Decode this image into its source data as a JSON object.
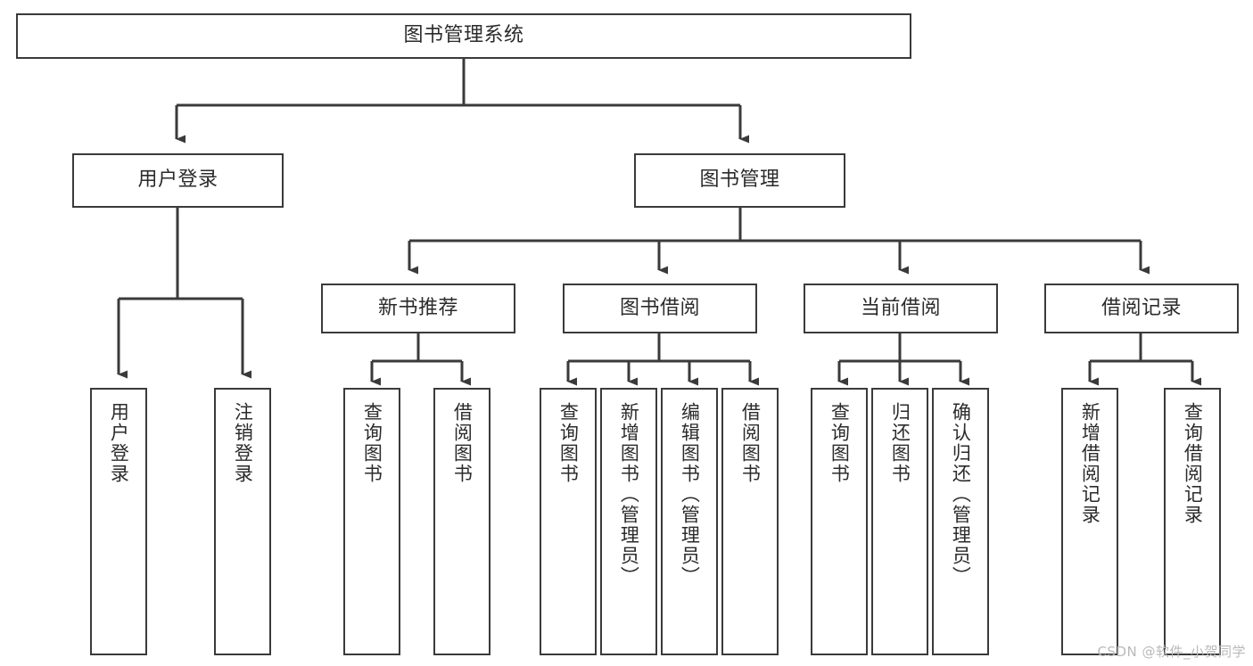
{
  "diagram": {
    "title": "图书管理系统",
    "type": "tree",
    "theme": {
      "background": "#ffffff",
      "box_border": "#3a3a3a",
      "box_fill": "#ffffff",
      "text": "#2b2b2b",
      "connector": "#3a3a3a",
      "watermark": "#b9b9b9"
    },
    "root": {
      "label": "图书管理系统"
    },
    "level2": [
      {
        "id": "user-login",
        "label": "用户登录"
      },
      {
        "id": "book-manage",
        "label": "图书管理"
      }
    ],
    "level3": [
      {
        "id": "new-book-recommend",
        "label": "新书推荐",
        "parent": "book-manage"
      },
      {
        "id": "book-borrow",
        "label": "图书借阅",
        "parent": "book-manage"
      },
      {
        "id": "current-borrow",
        "label": "当前借阅",
        "parent": "book-manage"
      },
      {
        "id": "borrow-record",
        "label": "借阅记录",
        "parent": "book-manage"
      }
    ],
    "leaves": [
      {
        "id": "leaf-user-login",
        "label": "用户登录",
        "parent": "user-login"
      },
      {
        "id": "leaf-logout-login",
        "label": "注销登录",
        "parent": "user-login"
      },
      {
        "id": "leaf-query-book-1",
        "label": "查询图书",
        "parent": "new-book-recommend"
      },
      {
        "id": "leaf-borrow-book-1",
        "label": "借阅图书",
        "parent": "new-book-recommend"
      },
      {
        "id": "leaf-query-book-2",
        "label": "查询图书",
        "parent": "book-borrow"
      },
      {
        "id": "leaf-add-book",
        "label": "新增图书（管理员）",
        "parent": "book-borrow"
      },
      {
        "id": "leaf-edit-book",
        "label": "编辑图书（管理员）",
        "parent": "book-borrow"
      },
      {
        "id": "leaf-borrow-book-2",
        "label": "借阅图书",
        "parent": "book-borrow"
      },
      {
        "id": "leaf-query-book-3",
        "label": "查询图书",
        "parent": "current-borrow"
      },
      {
        "id": "leaf-return-book",
        "label": "归还图书",
        "parent": "current-borrow"
      },
      {
        "id": "leaf-confirm-return",
        "label": "确认归还（管理员）",
        "parent": "current-borrow"
      },
      {
        "id": "leaf-add-record",
        "label": "新增借阅记录",
        "parent": "borrow-record"
      },
      {
        "id": "leaf-query-record",
        "label": "查询借阅记录",
        "parent": "borrow-record"
      }
    ],
    "watermark": "CSDN @软件_小贺同学"
  }
}
